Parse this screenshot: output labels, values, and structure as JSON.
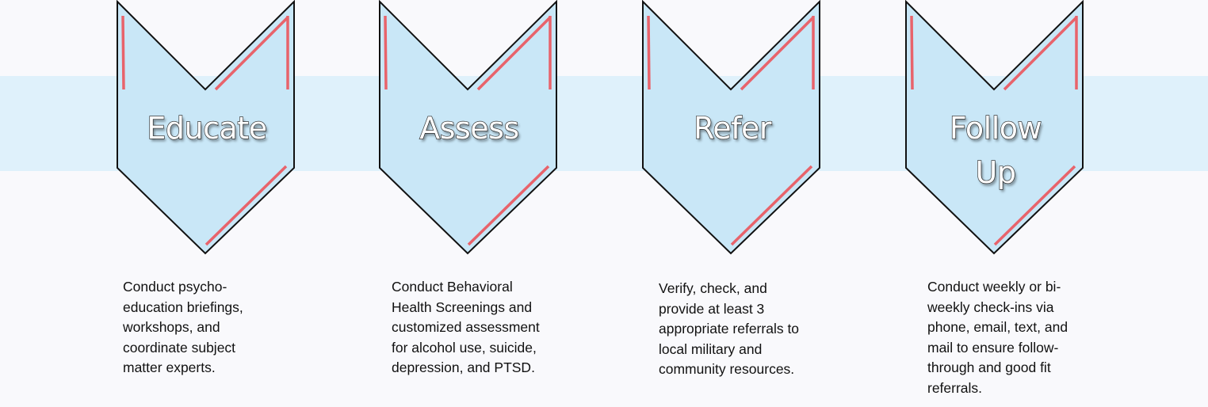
{
  "steps": [
    {
      "title": "Educate",
      "description": " Conduct psycho-\neducation briefings,\nworkshops, and\ncoordinate subject\nmatter experts."
    },
    {
      "title": "Assess",
      "description": " Conduct Behavioral\nHealth Screenings and\ncustomized assessment\nfor alcohol use, suicide,\ndepression, and PTSD."
    },
    {
      "title": "Refer",
      "description": " Verify, check, and\nprovide at least 3\nappropriate referrals to\nlocal military and\ncommunity resources."
    },
    {
      "title": "Follow\nUp",
      "description": " Conduct weekly or bi-\nweekly check-ins via\nphone, email, text, and\nmail to ensure follow-\nthrough and good fit\nreferrals."
    }
  ],
  "colors": {
    "band": "#dff1fb",
    "chevron_fill": "#c9e7f7",
    "chevron_stroke": "#111111",
    "accent": "#e8636b"
  }
}
